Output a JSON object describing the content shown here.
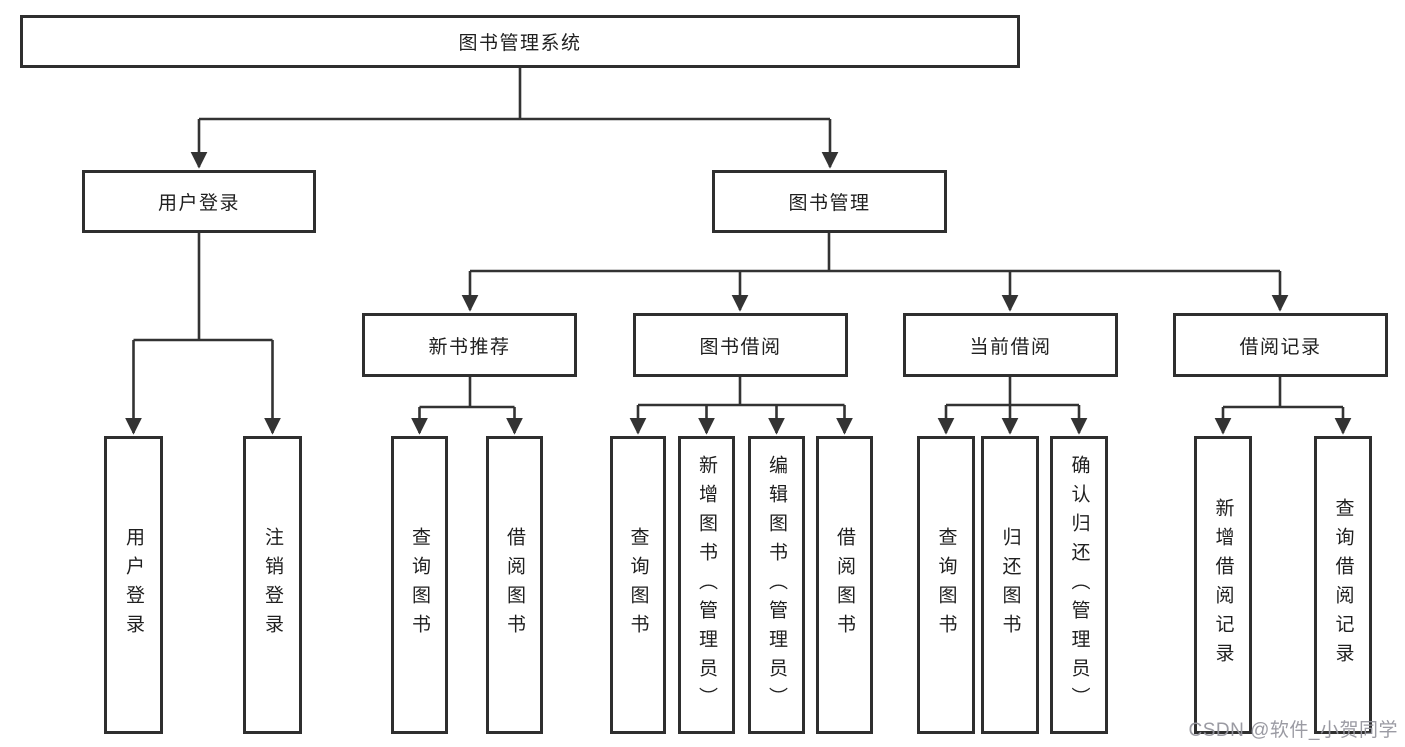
{
  "tree": {
    "root": "图书管理系统",
    "branches": [
      {
        "label": "用户登录",
        "children": [
          "用户登录",
          "注销登录"
        ]
      },
      {
        "label": "图书管理",
        "children": [
          {
            "label": "新书推荐",
            "children": [
              "查询图书",
              "借阅图书"
            ]
          },
          {
            "label": "图书借阅",
            "children": [
              "查询图书",
              "新增图书（管理员）",
              "编辑图书（管理员）",
              "借阅图书"
            ]
          },
          {
            "label": "当前借阅",
            "children": [
              "查询图书",
              "归还图书",
              "确认归还（管理员）"
            ]
          },
          {
            "label": "借阅记录",
            "children": [
              "新增借阅记录",
              "查询借阅记录"
            ]
          }
        ]
      }
    ]
  },
  "watermark": "CSDN @软件_小贺同学",
  "colors": {
    "line": "#333333",
    "box_border": "#2f2f2f",
    "text": "#1f1f1f",
    "watermark": "#96969e",
    "background": "#ffffff"
  }
}
